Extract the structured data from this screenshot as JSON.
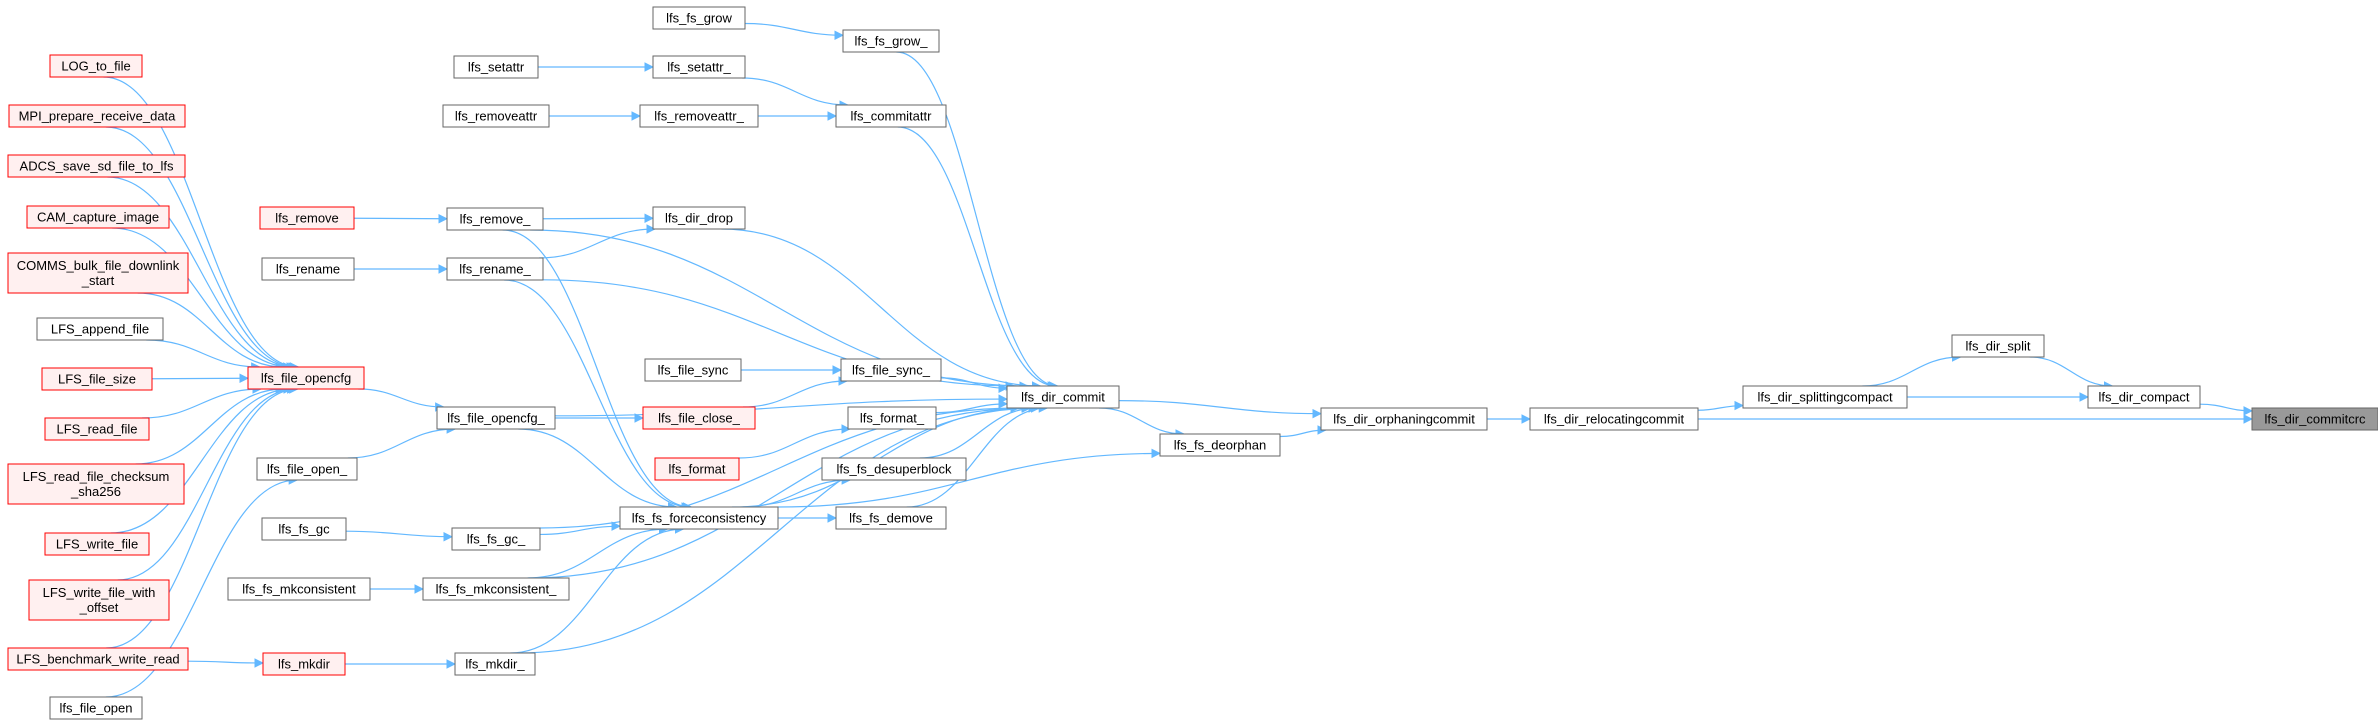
{
  "colors": {
    "edge": "#63b8ff",
    "node_border": "#666666",
    "node_fill": "#ffffff",
    "red_border": "#ff0000",
    "red_fill": "#fff0f0",
    "focus_fill": "#999999",
    "focus_border": "#666666"
  },
  "nodes": {
    "commitcrc": {
      "label": "lfs_dir_commitcrc",
      "style": "focus"
    },
    "compact": {
      "label": "lfs_dir_compact",
      "style": "normal"
    },
    "split": {
      "label": "lfs_dir_split",
      "style": "normal"
    },
    "splittingcompact": {
      "label": "lfs_dir_splittingcompact",
      "style": "normal"
    },
    "relocatingcommit": {
      "label": "lfs_dir_relocatingcommit",
      "style": "normal"
    },
    "orphaningcommit": {
      "label": "lfs_dir_orphaningcommit",
      "style": "normal"
    },
    "deorphan": {
      "label": "lfs_fs_deorphan",
      "style": "normal"
    },
    "dir_commit": {
      "label": "lfs_dir_commit",
      "style": "normal"
    },
    "fs_grow_": {
      "label": "lfs_fs_grow_",
      "style": "normal"
    },
    "fs_grow": {
      "label": "lfs_fs_grow",
      "style": "normal"
    },
    "commitattr": {
      "label": "lfs_commitattr",
      "style": "normal"
    },
    "setattr_": {
      "label": "lfs_setattr_",
      "style": "normal"
    },
    "setattr": {
      "label": "lfs_setattr",
      "style": "normal"
    },
    "removeattr_": {
      "label": "lfs_removeattr_",
      "style": "normal"
    },
    "removeattr": {
      "label": "lfs_removeattr",
      "style": "normal"
    },
    "dir_drop": {
      "label": "lfs_dir_drop",
      "style": "normal"
    },
    "remove_": {
      "label": "lfs_remove_",
      "style": "normal"
    },
    "remove": {
      "label": "lfs_remove",
      "style": "red"
    },
    "rename_": {
      "label": "lfs_rename_",
      "style": "normal"
    },
    "rename": {
      "label": "lfs_rename",
      "style": "normal"
    },
    "file_sync_": {
      "label": "lfs_file_sync_",
      "style": "normal"
    },
    "file_sync": {
      "label": "lfs_file_sync",
      "style": "normal"
    },
    "file_close_": {
      "label": "lfs_file_close_",
      "style": "red"
    },
    "format_": {
      "label": "lfs_format_",
      "style": "normal"
    },
    "format": {
      "label": "lfs_format",
      "style": "red"
    },
    "desuperblock": {
      "label": "lfs_fs_desuperblock",
      "style": "normal"
    },
    "demove": {
      "label": "lfs_fs_demove",
      "style": "normal"
    },
    "forceconsistency": {
      "label": "lfs_fs_forceconsistency",
      "style": "normal"
    },
    "file_opencfg_": {
      "label": "lfs_file_opencfg_",
      "style": "normal"
    },
    "file_opencfg": {
      "label": "lfs_file_opencfg",
      "style": "red"
    },
    "file_open_": {
      "label": "lfs_file_open_",
      "style": "normal"
    },
    "fs_gc_": {
      "label": "lfs_fs_gc_",
      "style": "normal"
    },
    "fs_gc": {
      "label": "lfs_fs_gc",
      "style": "normal"
    },
    "mkconsistent_": {
      "label": "lfs_fs_mkconsistent_",
      "style": "normal"
    },
    "mkconsistent": {
      "label": "lfs_fs_mkconsistent",
      "style": "normal"
    },
    "mkdir_": {
      "label": "lfs_mkdir_",
      "style": "normal"
    },
    "mkdir": {
      "label": "lfs_mkdir",
      "style": "red"
    },
    "log_to_file": {
      "label": "LOG_to_file",
      "style": "red"
    },
    "mpi_prepare": {
      "label": "MPI_prepare_receive_data",
      "style": "red"
    },
    "adcs_save": {
      "label": "ADCS_save_sd_file_to_lfs",
      "style": "red"
    },
    "cam_capture": {
      "label": "CAM_capture_image",
      "style": "red"
    },
    "comms_bulk": {
      "label": [
        "COMMS_bulk_file_downlink",
        "_start"
      ],
      "style": "red"
    },
    "append_file": {
      "label": "LFS_append_file",
      "style": "normal"
    },
    "file_size": {
      "label": "LFS_file_size",
      "style": "red"
    },
    "read_file": {
      "label": "LFS_read_file",
      "style": "red"
    },
    "read_checksum": {
      "label": [
        "LFS_read_file_checksum",
        "_sha256"
      ],
      "style": "red"
    },
    "write_file": {
      "label": "LFS_write_file",
      "style": "red"
    },
    "write_offset": {
      "label": [
        "LFS_write_file_with",
        "_offset"
      ],
      "style": "red"
    },
    "benchmark": {
      "label": "LFS_benchmark_write_read",
      "style": "red"
    },
    "file_open": {
      "label": "lfs_file_open",
      "style": "normal"
    }
  },
  "edges": [
    [
      "compact",
      "commitcrc"
    ],
    [
      "relocatingcommit",
      "commitcrc"
    ],
    [
      "split",
      "compact"
    ],
    [
      "splittingcompact",
      "compact"
    ],
    [
      "splittingcompact",
      "split"
    ],
    [
      "relocatingcommit",
      "splittingcompact"
    ],
    [
      "orphaningcommit",
      "relocatingcommit"
    ],
    [
      "dir_commit",
      "orphaningcommit"
    ],
    [
      "deorphan",
      "orphaningcommit"
    ],
    [
      "dir_commit",
      "deorphan"
    ],
    [
      "fs_grow_",
      "dir_commit"
    ],
    [
      "commitattr",
      "dir_commit"
    ],
    [
      "remove_",
      "dir_commit"
    ],
    [
      "dir_drop",
      "dir_commit"
    ],
    [
      "rename_",
      "dir_commit"
    ],
    [
      "file_opencfg_",
      "dir_commit"
    ],
    [
      "file_sync_",
      "dir_commit"
    ],
    [
      "format_",
      "dir_commit"
    ],
    [
      "desuperblock",
      "dir_commit"
    ],
    [
      "demove",
      "dir_commit"
    ],
    [
      "forceconsistency",
      "dir_commit"
    ],
    [
      "fs_gc_",
      "dir_commit"
    ],
    [
      "mkconsistent_",
      "dir_commit"
    ],
    [
      "mkdir_",
      "dir_commit"
    ],
    [
      "forceconsistency",
      "deorphan"
    ],
    [
      "fs_grow",
      "fs_grow_"
    ],
    [
      "setattr_",
      "commitattr"
    ],
    [
      "removeattr_",
      "commitattr"
    ],
    [
      "setattr",
      "setattr_"
    ],
    [
      "removeattr",
      "removeattr_"
    ],
    [
      "remove_",
      "dir_drop"
    ],
    [
      "rename_",
      "dir_drop"
    ],
    [
      "remove",
      "remove_"
    ],
    [
      "rename",
      "rename_"
    ],
    [
      "file_sync",
      "file_sync_"
    ],
    [
      "file_close_",
      "file_sync_"
    ],
    [
      "file_opencfg_",
      "file_close_"
    ],
    [
      "format",
      "format_"
    ],
    [
      "forceconsistency",
      "desuperblock"
    ],
    [
      "forceconsistency",
      "demove"
    ],
    [
      "remove_",
      "forceconsistency"
    ],
    [
      "rename_",
      "forceconsistency"
    ],
    [
      "file_opencfg_",
      "forceconsistency"
    ],
    [
      "fs_gc_",
      "forceconsistency"
    ],
    [
      "mkconsistent_",
      "forceconsistency"
    ],
    [
      "mkdir_",
      "forceconsistency"
    ],
    [
      "file_opencfg",
      "file_opencfg_"
    ],
    [
      "file_open_",
      "file_opencfg_"
    ],
    [
      "fs_gc",
      "fs_gc_"
    ],
    [
      "mkconsistent",
      "mkconsistent_"
    ],
    [
      "mkdir",
      "mkdir_"
    ],
    [
      "log_to_file",
      "file_opencfg"
    ],
    [
      "mpi_prepare",
      "file_opencfg"
    ],
    [
      "adcs_save",
      "file_opencfg"
    ],
    [
      "cam_capture",
      "file_opencfg"
    ],
    [
      "comms_bulk",
      "file_opencfg"
    ],
    [
      "append_file",
      "file_opencfg"
    ],
    [
      "file_size",
      "file_opencfg"
    ],
    [
      "read_file",
      "file_opencfg"
    ],
    [
      "read_checksum",
      "file_opencfg"
    ],
    [
      "write_file",
      "file_opencfg"
    ],
    [
      "write_offset",
      "file_opencfg"
    ],
    [
      "benchmark",
      "file_opencfg"
    ],
    [
      "benchmark",
      "mkdir"
    ],
    [
      "file_open",
      "file_open_"
    ]
  ]
}
